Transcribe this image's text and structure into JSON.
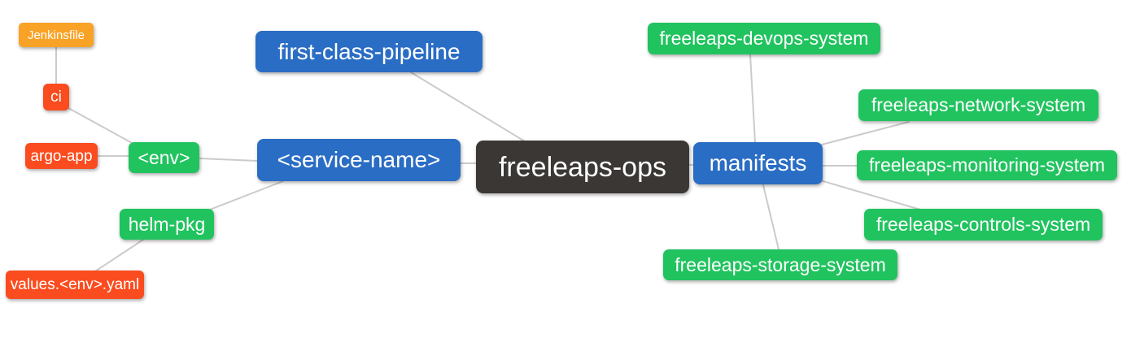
{
  "palette": {
    "root": "#3b3734",
    "branch": "#2a6dc4",
    "green": "#21c35f",
    "red": "#fa4c1f",
    "orange": "#f9a326",
    "text": "#ffffff",
    "edge": "#cbcbcb",
    "background": "#ffffff"
  },
  "nodes": {
    "freeleaps_ops": {
      "label": "freeleaps-ops"
    },
    "first_class_pipeline": {
      "label": "first-class-pipeline"
    },
    "service_name": {
      "label": "<service-name>"
    },
    "manifests": {
      "label": "manifests"
    },
    "env": {
      "label": "<env>"
    },
    "helm_pkg": {
      "label": "helm-pkg"
    },
    "ci": {
      "label": "ci"
    },
    "argo_app": {
      "label": "argo-app"
    },
    "jenkinsfile": {
      "label": "Jenkinsfile"
    },
    "values_env_yaml": {
      "label": "values.<env>.yaml"
    },
    "devops_system": {
      "label": "freeleaps-devops-system"
    },
    "network_system": {
      "label": "freeleaps-network-system"
    },
    "monitoring_system": {
      "label": "freeleaps-monitoring-system"
    },
    "controls_system": {
      "label": "freeleaps-controls-system"
    },
    "storage_system": {
      "label": "freeleaps-storage-system"
    }
  },
  "edges": [
    {
      "from": "freeleaps_ops",
      "to": "first_class_pipeline"
    },
    {
      "from": "freeleaps_ops",
      "to": "service_name"
    },
    {
      "from": "freeleaps_ops",
      "to": "manifests"
    },
    {
      "from": "service_name",
      "to": "env"
    },
    {
      "from": "service_name",
      "to": "helm_pkg"
    },
    {
      "from": "env",
      "to": "ci"
    },
    {
      "from": "env",
      "to": "argo_app"
    },
    {
      "from": "ci",
      "to": "jenkinsfile"
    },
    {
      "from": "helm_pkg",
      "to": "values_env_yaml"
    },
    {
      "from": "manifests",
      "to": "devops_system"
    },
    {
      "from": "manifests",
      "to": "network_system"
    },
    {
      "from": "manifests",
      "to": "monitoring_system"
    },
    {
      "from": "manifests",
      "to": "controls_system"
    },
    {
      "from": "manifests",
      "to": "storage_system"
    }
  ]
}
